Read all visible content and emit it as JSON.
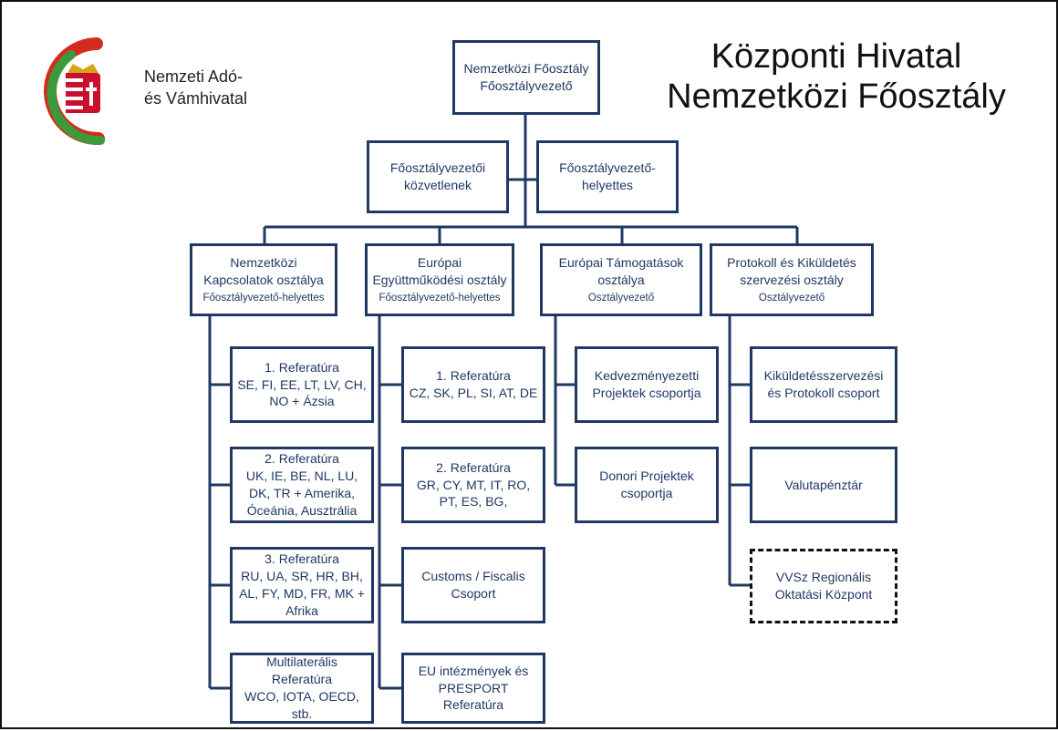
{
  "logo": {
    "line1": "Nemzeti Adó-",
    "line2": "és Vámhivatal",
    "icon": "hungarian-coat-of-arms"
  },
  "title": {
    "line1": "Központi Hivatal",
    "line2": "Nemzetközi Főosztály"
  },
  "top": {
    "name": "Nemzetközi Főosztály",
    "role": "Főosztályvezető"
  },
  "staff": [
    {
      "name": "Főosztályvezetői közvetlenek"
    },
    {
      "name": "Főosztályvezető-helyettes"
    }
  ],
  "departments": [
    {
      "name": "Nemzetközi Kapcsolatok osztálya",
      "role": "Főosztályvezető-helyettes",
      "units": [
        {
          "name": "1. Referatúra",
          "desc": "SE, FI, EE, LT, LV, CH, NO + Ázsia"
        },
        {
          "name": "2. Referatúra",
          "desc": "UK, IE, BE, NL, LU, DK, TR + Amerika, Óceánia, Ausztrália"
        },
        {
          "name": "3. Referatúra",
          "desc": "RU, UA, SR, HR, BH, AL, FY, MD, FR, MK + Afrika"
        },
        {
          "name": "Multilaterális Referatúra",
          "desc": "WCO, IOTA, OECD, stb."
        }
      ]
    },
    {
      "name": "Európai Együttműködési osztály",
      "role": "Főosztályvezető-helyettes",
      "units": [
        {
          "name": "1. Referatúra",
          "desc": "CZ, SK, PL, SI, AT, DE"
        },
        {
          "name": "2. Referatúra",
          "desc": "GR, CY, MT, IT, RO, PT, ES, BG,"
        },
        {
          "name": "Customs / Fiscalis Csoport",
          "desc": ""
        },
        {
          "name": "EU intézmények és PRESPORT Referatúra",
          "desc": ""
        }
      ]
    },
    {
      "name": "Európai Támogatások osztálya",
      "role": "Osztályvezető",
      "units": [
        {
          "name": "Kedvezményezetti Projektek csoportja",
          "desc": ""
        },
        {
          "name": "Donori Projektek csoportja",
          "desc": ""
        }
      ]
    },
    {
      "name": "Protokoll és Kiküldetés szervezési osztály",
      "role": "Osztályvezető",
      "units": [
        {
          "name": "Kiküldetésszervezési és Protokoll csoport",
          "desc": ""
        },
        {
          "name": "Valutapénztár",
          "desc": ""
        },
        {
          "name": "VVSz Regionális Oktatási Központ",
          "desc": ""
        }
      ]
    }
  ]
}
